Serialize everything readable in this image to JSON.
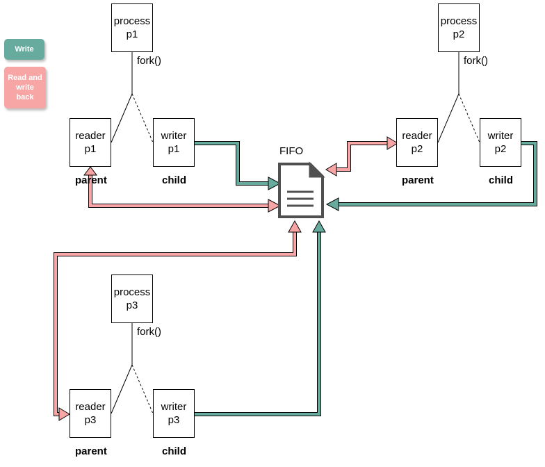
{
  "legend": {
    "write": {
      "label": "Write",
      "color": "#67AB9F"
    },
    "read_write_back": {
      "label": "Read and\nwrite\nback",
      "color": "#F8A5A5"
    }
  },
  "colors": {
    "write_arrow": "#67AB9F",
    "read_arrow": "#F8A5A5",
    "file_icon": "#505050"
  },
  "fifo": {
    "label": "FIFO",
    "icon": "file-document-icon"
  },
  "groups": [
    {
      "process": "process\np1",
      "fork": "fork()",
      "reader": "reader\np1",
      "writer": "writer\np1",
      "parent": "parent",
      "child": "child"
    },
    {
      "process": "process\np2",
      "fork": "fork()",
      "reader": "reader\np2",
      "writer": "writer\np2",
      "parent": "parent",
      "child": "child"
    },
    {
      "process": "process\np3",
      "fork": "fork()",
      "reader": "reader\np3",
      "writer": "writer\np3",
      "parent": "parent",
      "child": "child"
    }
  ]
}
